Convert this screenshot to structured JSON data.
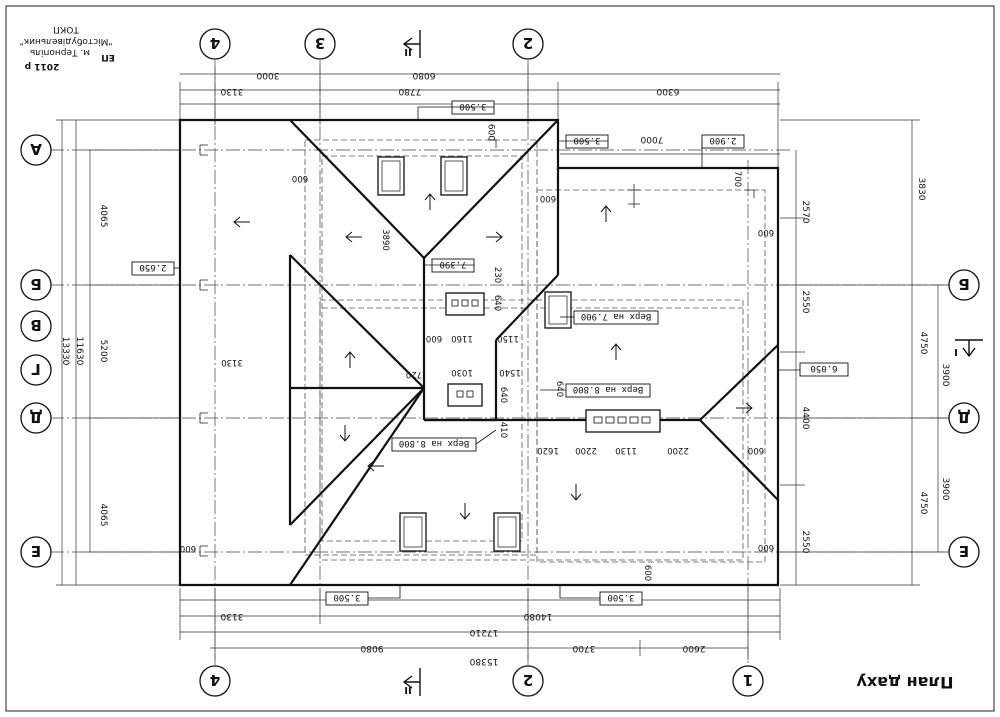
{
  "title": "План даху",
  "stamp": {
    "line1": "ТОКП",
    "line2": "\"Містобудівельник\"",
    "line3": "м. Тернопіль",
    "code": "ЕП",
    "year": "2011 р"
  },
  "axes_top": [
    "4",
    "3",
    "2"
  ],
  "axes_bottom": [
    "4",
    "2",
    "1"
  ],
  "axes_left": [
    "А",
    "Б",
    "В",
    "Г",
    "Д",
    "Е"
  ],
  "axes_right": [
    "Б",
    "Д",
    "Е"
  ],
  "section_marks": [
    "II",
    "II",
    "I"
  ],
  "levels": {
    "l1": "3.500",
    "l2": "3.500",
    "l3": "2.900",
    "l4": "2.650",
    "l5": "7.390",
    "l6": "Верх на 7.900",
    "l7": "Верх на 8.800",
    "l8": "6.050",
    "l9": "Верх на 8.800",
    "l10": "3.500",
    "l11": "3.500"
  },
  "dims_top": {
    "d1": "3000",
    "d2": "6080",
    "d3": "3130",
    "d4": "7780",
    "d5": "6300",
    "d6": "7000",
    "d7": "600"
  },
  "dims_bottom": {
    "d1": "3130",
    "d2": "14080",
    "d3": "17210",
    "d4": "9080",
    "d5": "3700",
    "d6": "2600",
    "d7": "15380"
  },
  "dims_left": {
    "d1": "4065",
    "d2": "5200",
    "d3": "4065",
    "d4": "11630",
    "d5": "13330"
  },
  "dims_right": {
    "d1": "3830",
    "d2": "2570",
    "d3": "2550",
    "d4": "4750",
    "d5": "3900",
    "d6": "4400",
    "d7": "3900",
    "d8": "4750",
    "d9": "2550"
  },
  "dims_inner": {
    "a": "600",
    "b": "3890",
    "c": "230",
    "d": "640",
    "e": "600",
    "f": "1160",
    "g": "1150",
    "h": "1030",
    "i": "1540",
    "j": "640",
    "k": "410",
    "l": "720",
    "m": "1620",
    "n": "2200",
    "o": "1130",
    "p": "2200",
    "q": "600",
    "r": "700",
    "s": "600",
    "t": "600",
    "u": "600",
    "v": "3130",
    "w": "600",
    "x": "600",
    "y": "640"
  }
}
